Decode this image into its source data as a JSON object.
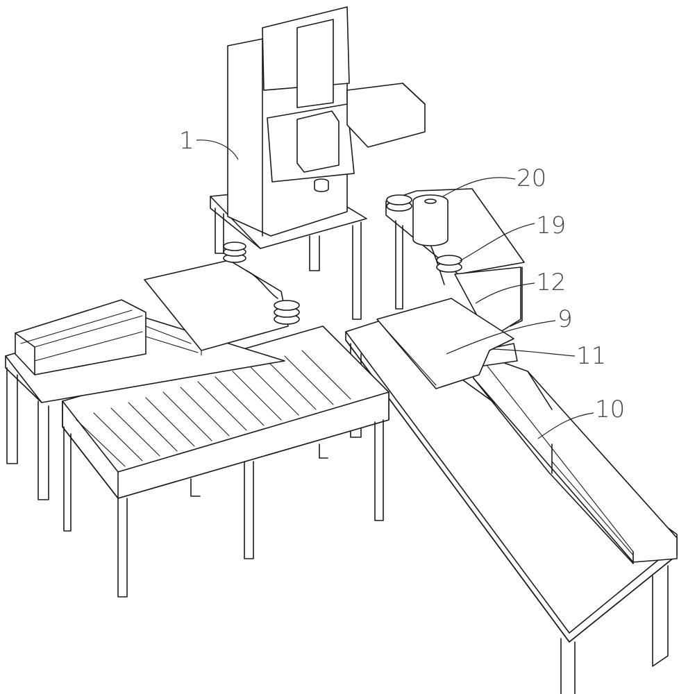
{
  "callouts": [
    {
      "id": "c1",
      "text": "1"
    },
    {
      "id": "c20",
      "text": "20"
    },
    {
      "id": "c19",
      "text": "19"
    },
    {
      "id": "c12",
      "text": "12"
    },
    {
      "id": "c9",
      "text": "9"
    },
    {
      "id": "c11",
      "text": "11"
    },
    {
      "id": "c10",
      "text": "10"
    }
  ]
}
